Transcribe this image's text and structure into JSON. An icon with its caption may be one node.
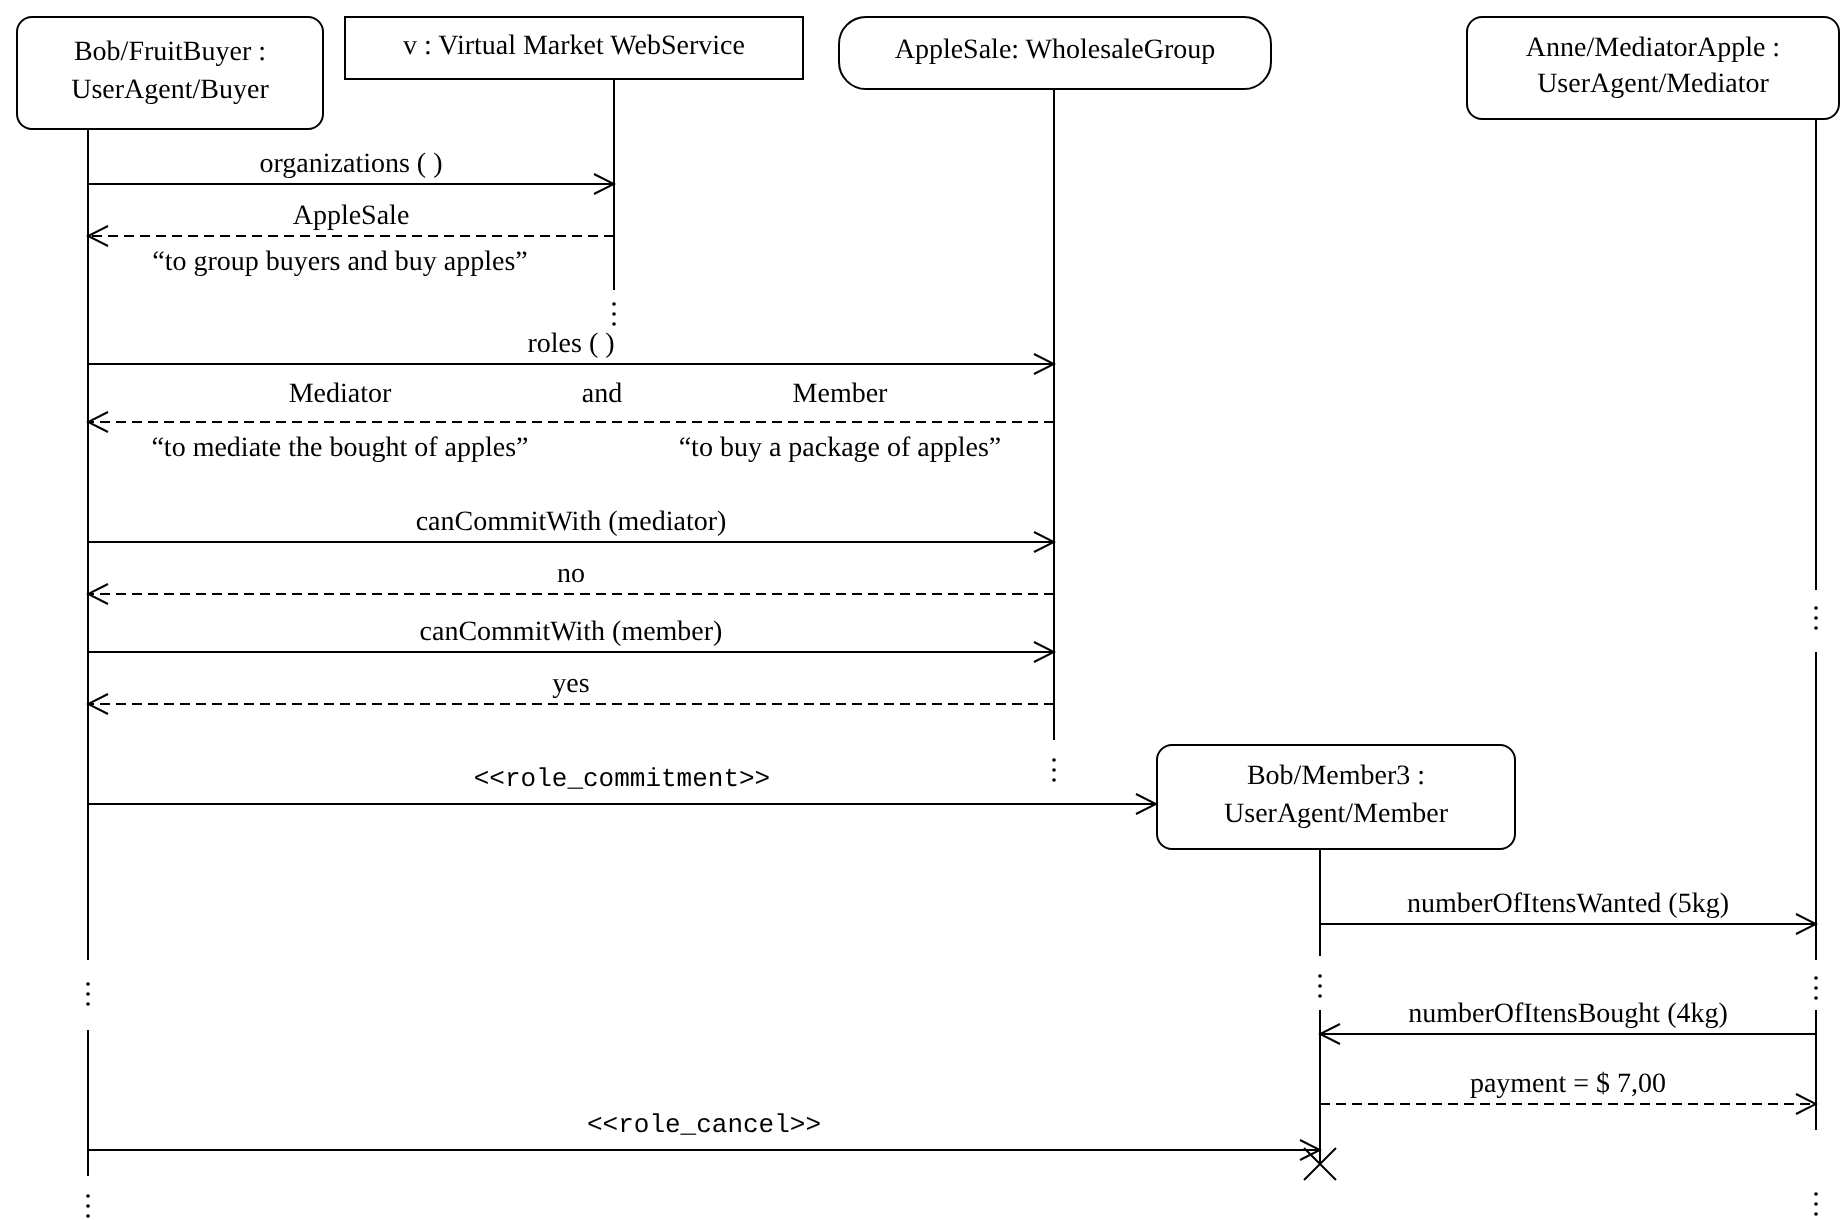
{
  "diagram": {
    "nodes": [
      {
        "text": [
          "Bob/FruitBuyer : UserAgent/Buyer"
        ]
      },
      {
        "text": [
          "v : Virtual Market WebService"
        ]
      },
      {
        "text": [
          "AppleSale: WholesaleGroup"
        ]
      },
      {
        "text": [
          "Anne/MediatorApple : UserAgent/Mediator"
        ]
      },
      {
        "text": [
          "Bob/Member3 : UserAgent/Member"
        ]
      }
    ],
    "edges": [
      {
        "from": 0,
        "to": 1,
        "arrow": "to",
        "label": "organizations ( )"
      },
      {
        "from": 1,
        "to": 0,
        "arrow": "to",
        "label": "AppleSale",
        "style": "dashed"
      },
      {
        "from": 0,
        "to": 2,
        "arrow": "to",
        "label": "roles ( )"
      },
      {
        "from": 2,
        "to": 0,
        "arrow": "to",
        "style": "dashed"
      },
      {
        "from": 0,
        "to": 2,
        "arrow": "to",
        "label": "canCommitWith (mediator)"
      },
      {
        "from": 2,
        "to": 0,
        "arrow": "to",
        "label": "no",
        "style": "dashed"
      },
      {
        "from": 0,
        "to": 2,
        "arrow": "to",
        "label": "canCommitWith (member)"
      },
      {
        "from": 2,
        "to": 0,
        "arrow": "to",
        "label": "yes",
        "style": "dashed"
      },
      {
        "from": 0,
        "to": 4,
        "arrow": "to",
        "label": "<<role_commitment>>"
      },
      {
        "from": 4,
        "to": 3,
        "arrow": "to",
        "label": "numberOfItensWanted (5kg)"
      },
      {
        "from": 3,
        "to": 4,
        "arrow": "to",
        "label": "numberOfItensBought (4kg)"
      },
      {
        "from": 4,
        "to": 3,
        "arrow": "to",
        "label": "payment = $ 7,00",
        "style": "dashed"
      },
      {
        "from": 0,
        "to": 4,
        "arrow": "to",
        "label": "<<role_cancel>>"
      }
    ],
    "labels": [
      "“to group buyers and buy apples”",
      "Mediator",
      "and",
      "Member",
      "“to mediate the bought of apples”",
      "“to buy a package of apples”"
    ]
  }
}
